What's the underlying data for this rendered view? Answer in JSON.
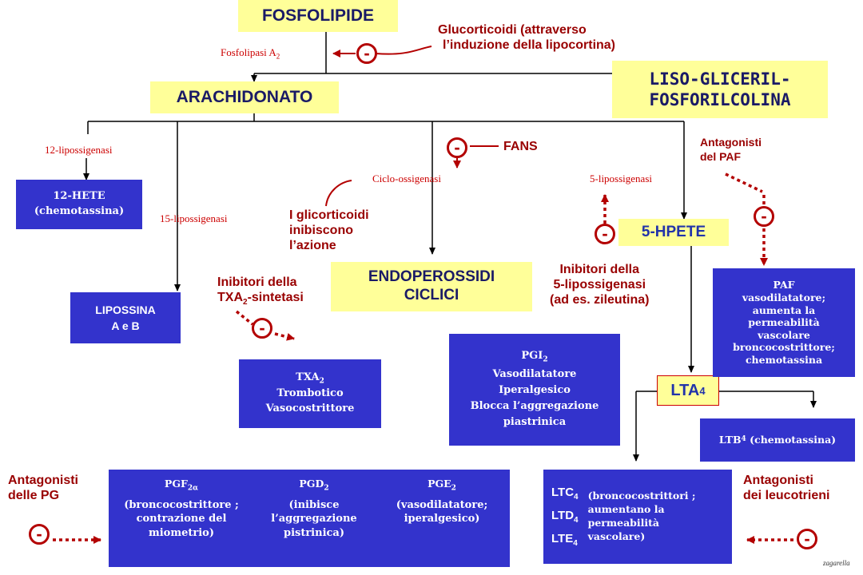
{
  "nodes": {
    "fosfolipide": "FOSFOLIPIDE",
    "arachidonato": "ARACHIDONATO",
    "liso_line1": "LISO-GLICERIL-",
    "liso_line2": "FOSFORILCOLINA",
    "endoperossidi_line1": "ENDOPEROSSIDI",
    "endoperossidi_line2": "CICLICI",
    "hpete": "5-HPETE",
    "lta4": "LTA",
    "lta4_sub": "4"
  },
  "enzymes": {
    "fosfolipasi": "Fosfolipasi A",
    "fosfolipasi_sub": "2",
    "lipox12": "12-lipossigenasi",
    "lipox15": "15-lipossigenasi",
    "ciclo": "Ciclo-ossigenasi",
    "lipox5": "5-lipossigenasi"
  },
  "products": {
    "hete_line1": "12-HETE",
    "hete_line2": "(chemotassina)",
    "lipossina_line1": "LIPOSSINA",
    "lipossina_line2": "A e B",
    "txa2_title": "TXA",
    "txa2_sub": "2",
    "txa2_line2": "Trombotico",
    "txa2_line3": "Vasocostrittore",
    "pgi2_title": "PGI",
    "pgi2_sub": "2",
    "pgi2_line2": "Vasodilatatore",
    "pgi2_line3": "Iperalgesico",
    "pgi2_line4": "Blocca l’aggregazione",
    "pgi2_line5": "piastrinica",
    "paf_line1": "PAF",
    "paf_line2": "vasodilatatore;",
    "paf_line3": "aumenta la",
    "paf_line4": "permeabilità",
    "paf_line5": "vascolare",
    "paf_line6": "broncocostrittore;",
    "paf_line7": "chemotassina",
    "ltb4_name": "LTB",
    "ltb4_sub": "4",
    "ltb4_desc": " (chemotassina)",
    "pgf_title": "PGF",
    "pgf_sub": "2α",
    "pgf_desc": "(broncocostrittore ; contrazione del miometrio)",
    "pgd_title": "PGD",
    "pgd_sub": "2",
    "pgd_desc": "(inibisce l’aggregazione pistrinica)",
    "pge_title": "PGE",
    "pge_sub": "2",
    "pge_desc": "(vasodilatatore; iperalgesico)",
    "ltc4": "LTC",
    "ltd4": "LTD",
    "lte4": "LTE",
    "lt_sub": "4",
    "lt_desc": "(broncocostrittori ; aumentano la permeabilità vascolare)"
  },
  "inhibitors": {
    "gluco_line1": "Glucorticoidi (attraverso",
    "gluco_line2": "l’induzione della lipocortina)",
    "fans": "FANS",
    "gli_line1": "I glicorticoidi",
    "gli_line2": "inibiscono",
    "gli_line3": "l’azione",
    "txa_inib_line1": "Inibitori della",
    "txa_inib_line2a": "TXA",
    "txa_inib_sub": "2",
    "txa_inib_line2b": "-sintetasi",
    "lipox_inib_line1": "Inibitori della",
    "lipox_inib_line2": "5-lipossigenasi",
    "lipox_inib_line3": "(ad es. zileutina)",
    "paf_antag_line1": "Antagonisti",
    "paf_antag_line2": "del PAF",
    "pg_antag_line1": "Antagonisti",
    "pg_antag_line2": "delle PG",
    "lt_antag_line1": "Antagonisti",
    "lt_antag_line2": "dei leucotrieni",
    "minus_sign": "-"
  },
  "credit": "zagarella",
  "colors": {
    "yellow_box": "#ffff99",
    "blue_box": "#3333cc",
    "inhibitor_red": "#b30000",
    "label_red": "#cc0000"
  }
}
